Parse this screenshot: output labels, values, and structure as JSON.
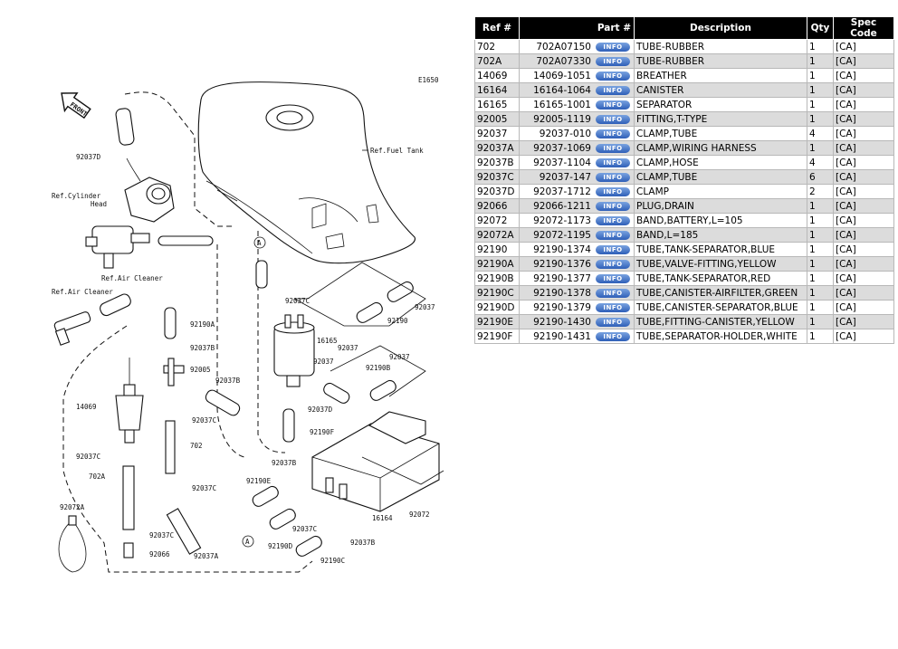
{
  "diagram": {
    "code": "E1650",
    "front": "FRONT",
    "refs": {
      "fuel_tank": "Ref.Fuel Tank",
      "cylinder_head_1": "Ref.Cylinder",
      "cylinder_head_2": "Head",
      "air_cleaner_1": "Ref.Air Cleaner",
      "air_cleaner_2": "Ref.Air Cleaner"
    },
    "callouts": [
      "92037D",
      "92190A",
      "92037B",
      "92005",
      "92037B",
      "92037C",
      "702",
      "92037C",
      "14069",
      "92037C",
      "702A",
      "92072A",
      "92037C",
      "92066",
      "92037A",
      "16165",
      "92037",
      "92037",
      "92190B",
      "92037",
      "92190",
      "92037",
      "92037D",
      "92190F",
      "92037C",
      "A",
      "A",
      "92037B",
      "92190E",
      "92190D",
      "92037C",
      "92037B",
      "92190C",
      "16164",
      "92072"
    ]
  },
  "table": {
    "headers": [
      "Ref #",
      "Part #",
      "Description",
      "Qty",
      "Spec Code"
    ],
    "info_label": "INFO",
    "rows": [
      [
        "702",
        "702A07150",
        "TUBE-RUBBER",
        "1",
        "[CA]"
      ],
      [
        "702A",
        "702A07330",
        "TUBE-RUBBER",
        "1",
        "[CA]"
      ],
      [
        "14069",
        "14069-1051",
        "BREATHER",
        "1",
        "[CA]"
      ],
      [
        "16164",
        "16164-1064",
        "CANISTER",
        "1",
        "[CA]"
      ],
      [
        "16165",
        "16165-1001",
        "SEPARATOR",
        "1",
        "[CA]"
      ],
      [
        "92005",
        "92005-1119",
        "FITTING,T-TYPE",
        "1",
        "[CA]"
      ],
      [
        "92037",
        "92037-010",
        "CLAMP,TUBE",
        "4",
        "[CA]"
      ],
      [
        "92037A",
        "92037-1069",
        "CLAMP,WIRING HARNESS",
        "1",
        "[CA]"
      ],
      [
        "92037B",
        "92037-1104",
        "CLAMP,HOSE",
        "4",
        "[CA]"
      ],
      [
        "92037C",
        "92037-147",
        "CLAMP,TUBE",
        "6",
        "[CA]"
      ],
      [
        "92037D",
        "92037-1712",
        "CLAMP",
        "2",
        "[CA]"
      ],
      [
        "92066",
        "92066-1211",
        "PLUG,DRAIN",
        "1",
        "[CA]"
      ],
      [
        "92072",
        "92072-1173",
        "BAND,BATTERY,L=105",
        "1",
        "[CA]"
      ],
      [
        "92072A",
        "92072-1195",
        "BAND,L=185",
        "1",
        "[CA]"
      ],
      [
        "92190",
        "92190-1374",
        "TUBE,TANK-SEPARATOR,BLUE",
        "1",
        "[CA]"
      ],
      [
        "92190A",
        "92190-1376",
        "TUBE,VALVE-FITTING,YELLOW",
        "1",
        "[CA]"
      ],
      [
        "92190B",
        "92190-1377",
        "TUBE,TANK-SEPARATOR,RED",
        "1",
        "[CA]"
      ],
      [
        "92190C",
        "92190-1378",
        "TUBE,CANISTER-AIRFILTER,GREEN",
        "1",
        "[CA]"
      ],
      [
        "92190D",
        "92190-1379",
        "TUBE,CANISTER-SEPARATOR,BLUE",
        "1",
        "[CA]"
      ],
      [
        "92190E",
        "92190-1430",
        "TUBE,FITTING-CANISTER,YELLOW",
        "1",
        "[CA]"
      ],
      [
        "92190F",
        "92190-1431",
        "TUBE,SEPARATOR-HOLDER,WHITE",
        "1",
        "[CA]"
      ]
    ]
  }
}
